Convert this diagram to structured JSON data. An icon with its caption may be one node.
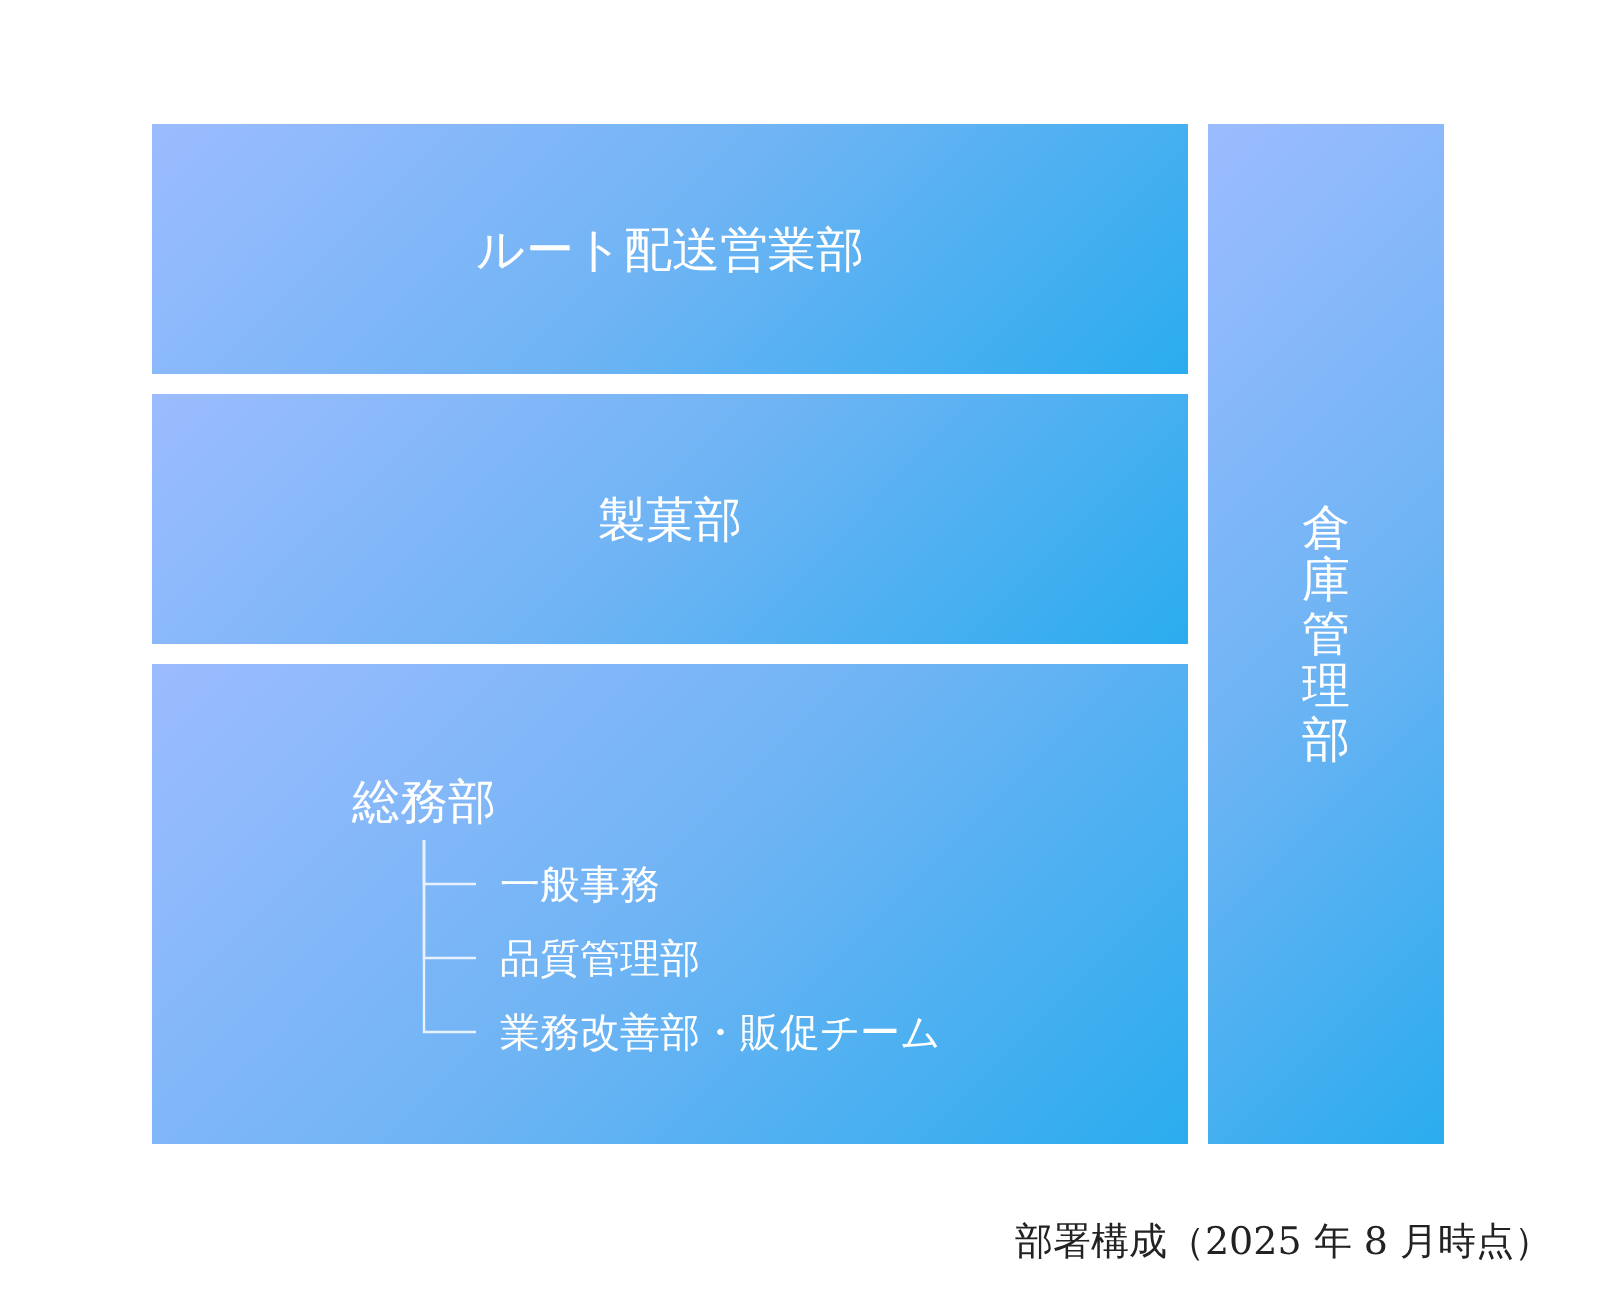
{
  "diagram": {
    "caption": "部署構成（2025 年 8 月時点）",
    "nodes": [
      {
        "text": [
          "ルート配送営業部"
        ]
      },
      {
        "text": [
          "製菓部"
        ]
      },
      {
        "text": [],
        "shape": "box"
      },
      {
        "text": [
          "総務部"
        ],
        "in": 2
      },
      {
        "text": [
          "一般事務"
        ],
        "in": 2
      },
      {
        "text": [
          "品質管理部"
        ],
        "in": 2
      },
      {
        "text": [
          "業務改善部・販促チーム"
        ],
        "in": 2
      },
      {
        "text": [
          "倉庫管理部"
        ]
      }
    ],
    "edges": [
      {
        "from": 3,
        "to": 4,
        "arrow": "none"
      },
      {
        "from": 3,
        "to": 5,
        "arrow": "none"
      },
      {
        "from": 3,
        "to": 6,
        "arrow": "none"
      }
    ]
  }
}
